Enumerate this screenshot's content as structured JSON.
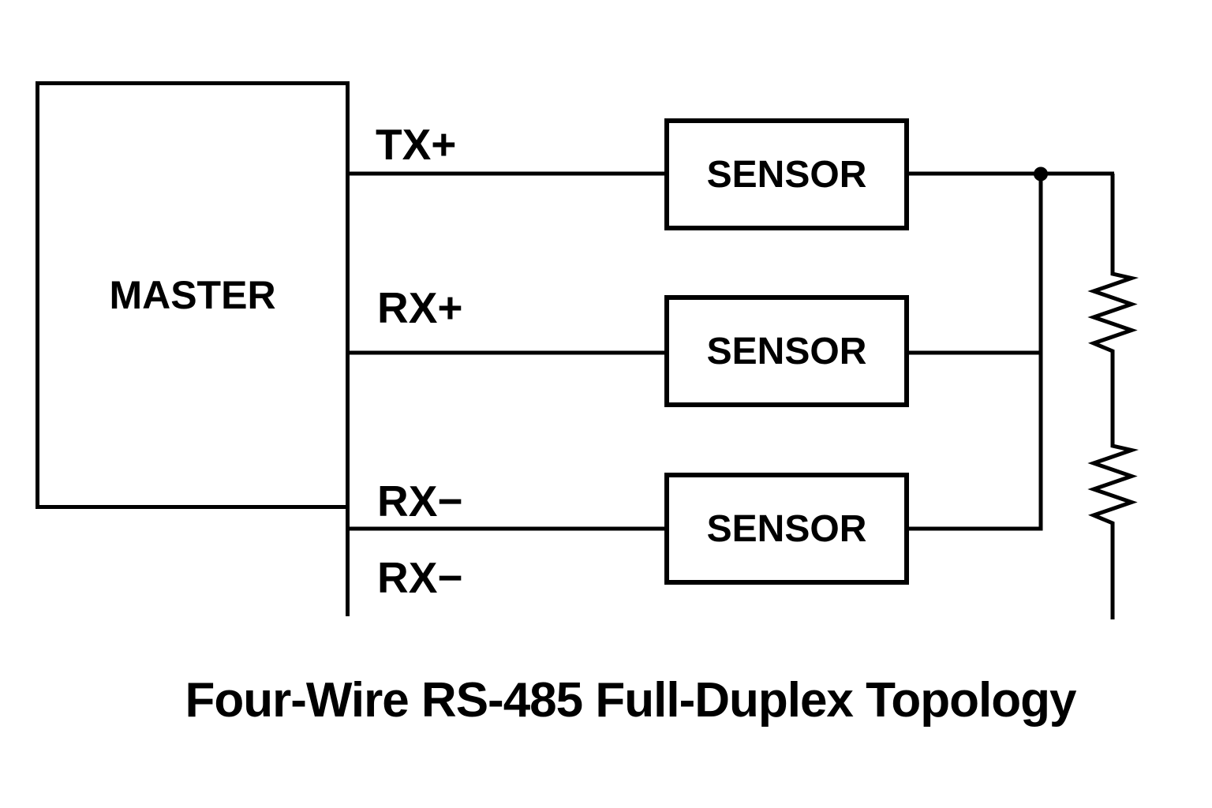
{
  "title": "Four-Wire RS-485 Full-Duplex Topology",
  "master": {
    "label": "MASTER"
  },
  "sensors": [
    {
      "label": "SENSOR"
    },
    {
      "label": "SENSOR"
    },
    {
      "label": "SENSOR"
    }
  ],
  "wires": {
    "tx_plus": "TX+",
    "rx_plus": "RX+",
    "rx_minus_upper": "RX−",
    "rx_minus_lower": "RX−"
  },
  "termination": {
    "resistor_count": 2
  },
  "colors": {
    "line": "#000000",
    "text": "#000000",
    "background": "#ffffff"
  }
}
